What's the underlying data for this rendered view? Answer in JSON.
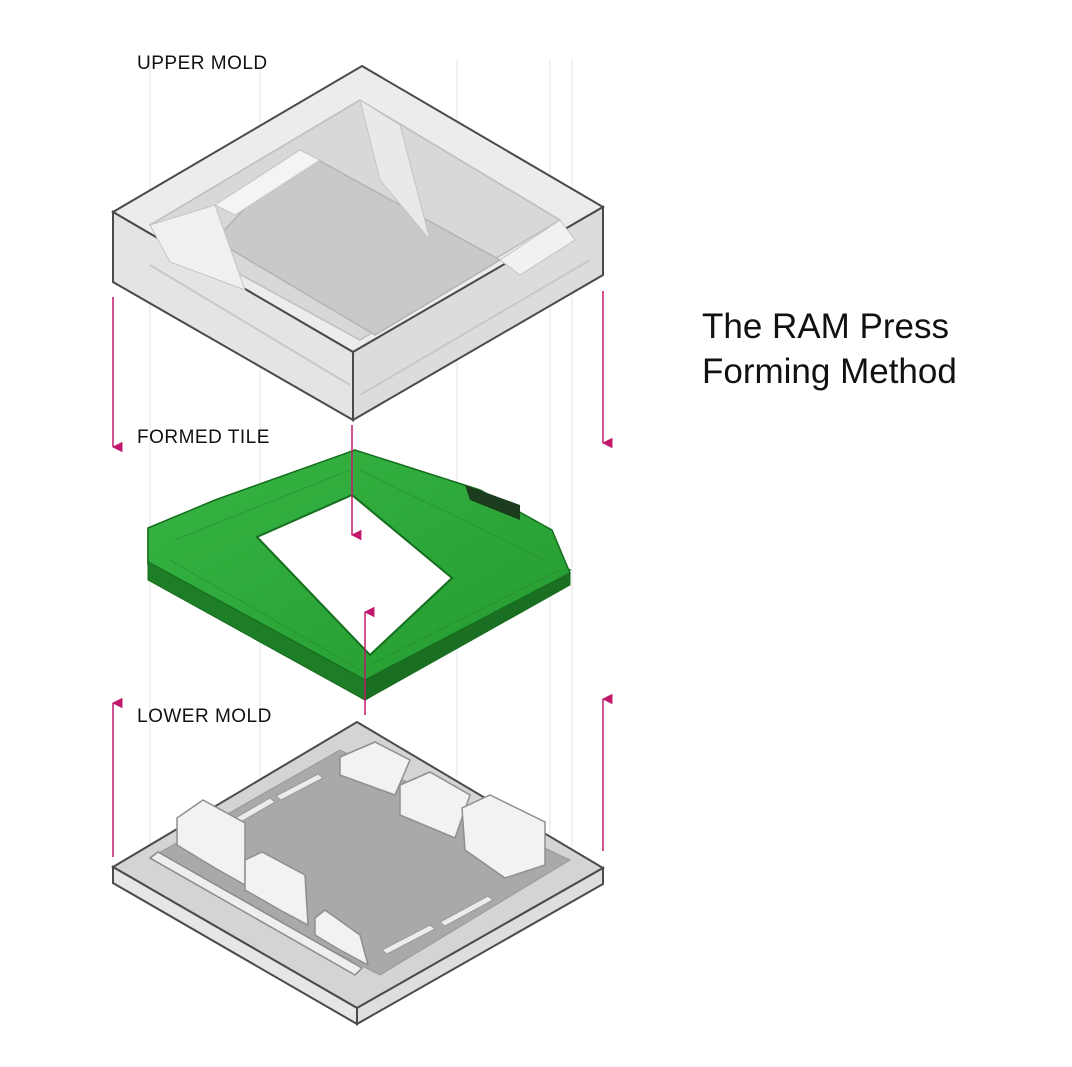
{
  "labels": {
    "upper_mold": "UPPER MOLD",
    "formed_tile": "FORMED TILE",
    "lower_mold": "LOWER MOLD"
  },
  "title": {
    "line1": "The RAM Press",
    "line2": "Forming Method"
  },
  "colors": {
    "tile_green": "#2fa83a",
    "tile_green_dark": "#1e7d27",
    "mold_gray": "#d9d9d9",
    "mold_edge": "#5a5a5a",
    "arrow_magenta": "#c2186b"
  },
  "icons": [
    "arrow-down-icon",
    "arrow-up-icon"
  ]
}
